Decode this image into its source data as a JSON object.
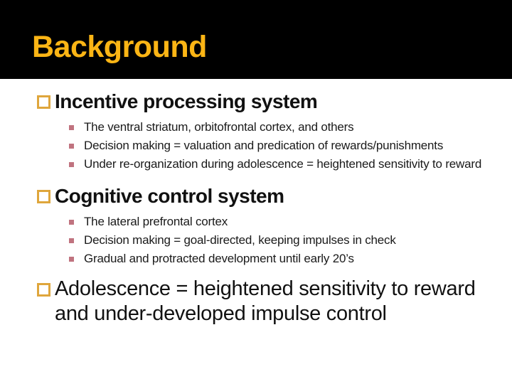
{
  "slide": {
    "title": "Background",
    "colors": {
      "title_band_bg": "#000000",
      "title_text": "#FBB515",
      "open_square_bullet": "#DFA63C",
      "sub_bullet": "#C0737F",
      "body_text": "#111111"
    },
    "sections": [
      {
        "heading": "Incentive processing system",
        "items": [
          "The ventral striatum, orbitofrontal cortex, and others",
          "Decision making = valuation and predication of rewards/punishments",
          "Under re-organization during adolescence = heightened sensitivity to reward"
        ]
      },
      {
        "heading": "Cognitive control system",
        "items": [
          "The lateral prefrontal cortex",
          "Decision making = goal-directed, keeping impulses in check",
          "Gradual and protracted development until early 20’s"
        ]
      },
      {
        "heading": "Adolescence = heightened sensitivity to reward and under-developed impulse control",
        "items": []
      }
    ]
  }
}
